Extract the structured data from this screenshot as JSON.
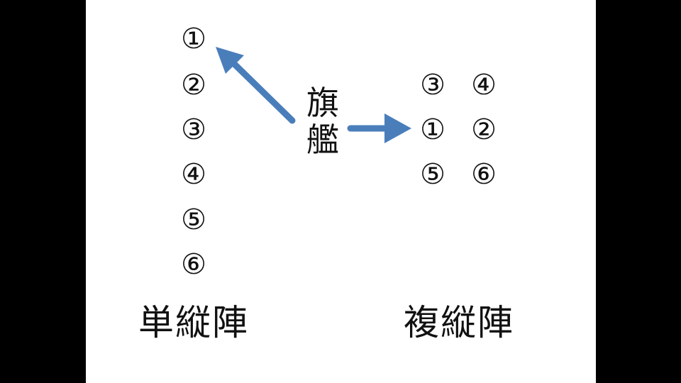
{
  "colors": {
    "background": "#000000",
    "canvas": "#ffffff",
    "text": "#111111",
    "arrow": "#4a7ebb"
  },
  "single_column": {
    "caption": "単縦陣",
    "ships": [
      "①",
      "②",
      "③",
      "④",
      "⑤",
      "⑥"
    ]
  },
  "flagship_label": {
    "char1": "旗",
    "char2": "艦"
  },
  "double_column": {
    "caption": "複縦陣",
    "rows": [
      [
        "③",
        "④"
      ],
      [
        "①",
        "②"
      ],
      [
        "⑤",
        "⑥"
      ]
    ]
  }
}
